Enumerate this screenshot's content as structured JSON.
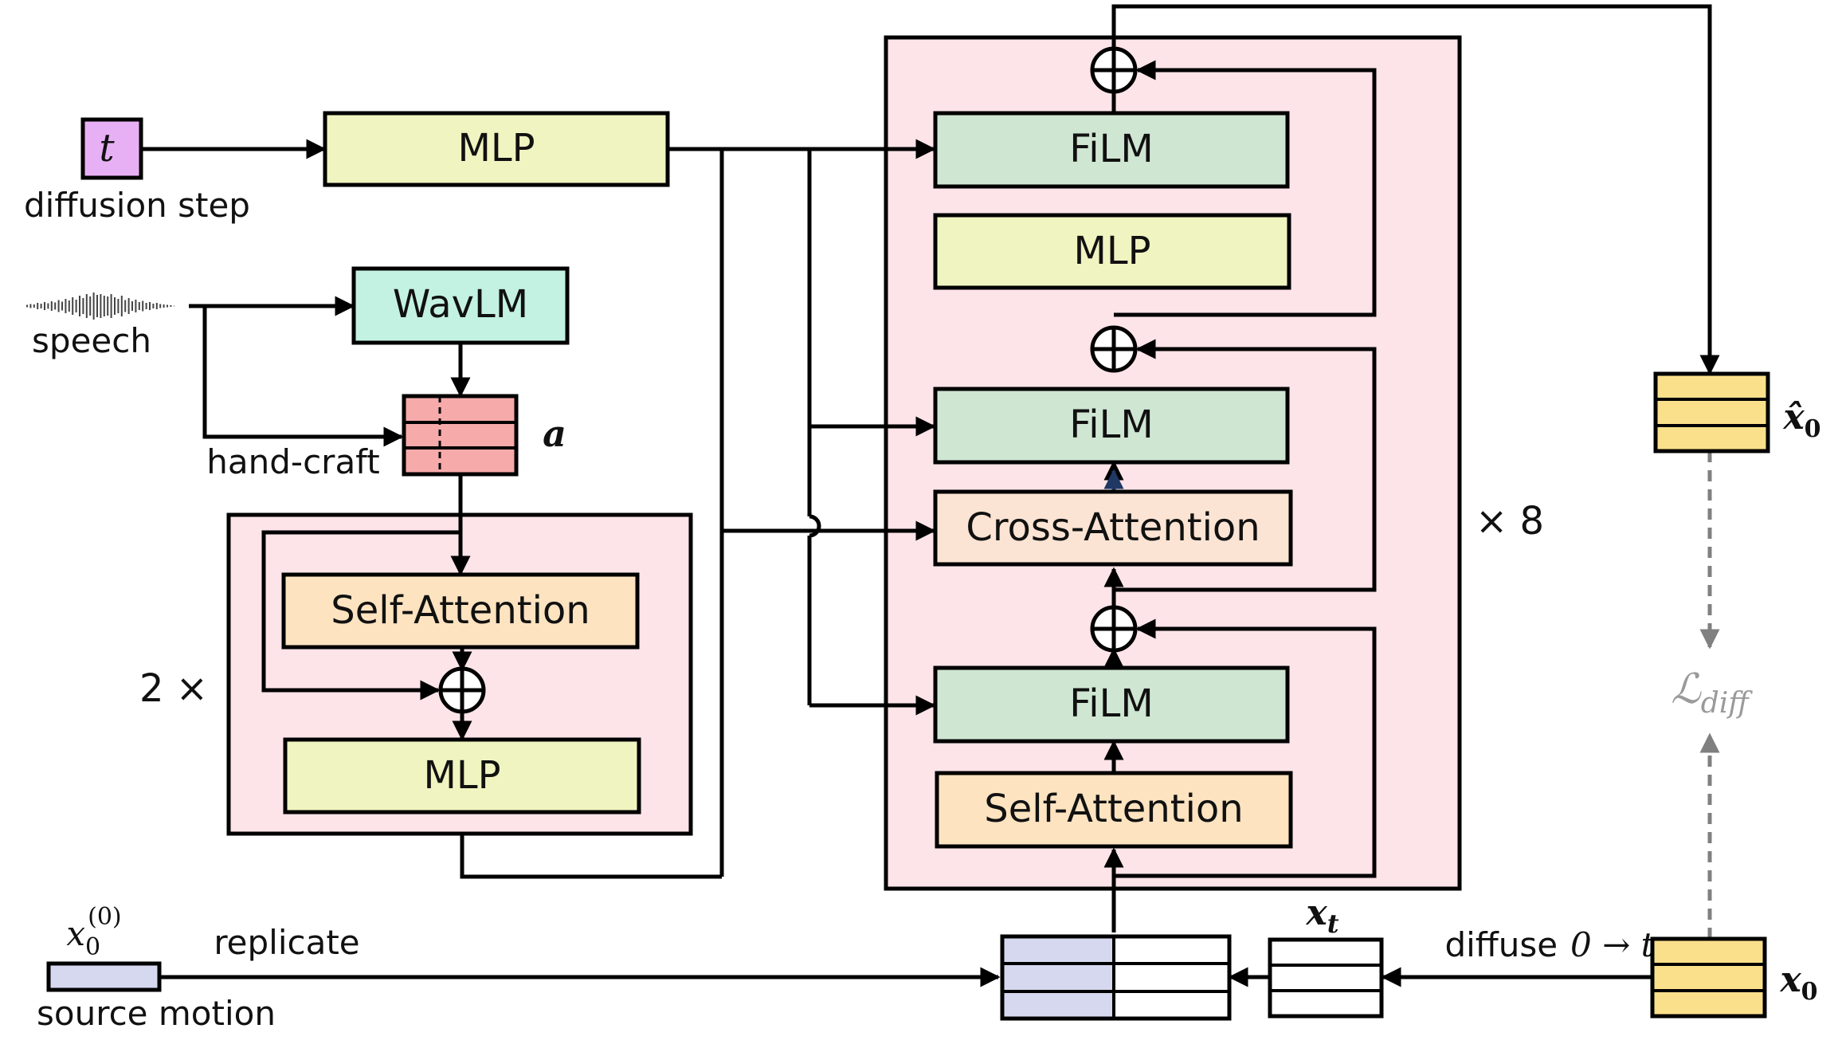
{
  "inputs": {
    "t_symbol": "t",
    "diffusion_step": "diffusion step",
    "speech": "speech",
    "hand_craft": "hand-craft",
    "a_symbol": "a",
    "source_motion_symbol": "x",
    "source_motion_sup": "(0)",
    "source_motion_sub": "0",
    "replicate": "replicate",
    "source_motion": "source motion"
  },
  "audio_branch": {
    "mlp_top": "MLP",
    "wavlm": "WavLM",
    "self_attention": "Self-Attention",
    "mlp": "MLP",
    "repeat": "2 ×"
  },
  "decoder": {
    "film_top": "FiLM",
    "mlp": "MLP",
    "film_mid": "FiLM",
    "cross_attention": "Cross-Attention",
    "film_bottom": "FiLM",
    "self_attention": "Self-Attention",
    "repeat": "× 8"
  },
  "outputs": {
    "xt_symbol": "x",
    "xt_sub": "t",
    "diffuse_label": "diffuse",
    "diffuse_range": "0 → t",
    "x0_symbol": "x",
    "x0_sub": "0",
    "x0hat_symbol": "x̂",
    "x0hat_sub": "0",
    "loss_symbol": "ℒ",
    "loss_sub": "diff"
  },
  "colors": {
    "block_bg": "#fde4e8",
    "mlp": "#f0f4c0",
    "wavlm": "#c4f2e2",
    "film": "#cfe6d2",
    "attention": "#fde3c0",
    "cross_attention": "#fce4d4",
    "t_box": "#e8b0f4",
    "audio_feature": "#f7aaaa",
    "motion": "#fbe08c",
    "source_motion": "#d6d8ef",
    "loss": "#9a9a9a"
  }
}
